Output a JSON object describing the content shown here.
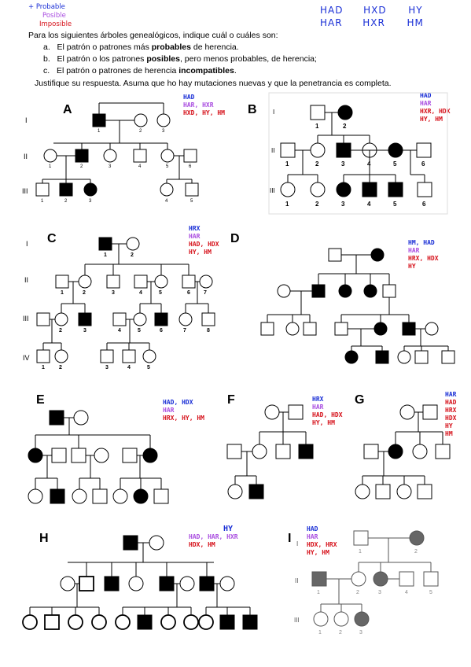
{
  "legend": {
    "probable": "+ Probable",
    "posible": "Posible",
    "imposible": "Imposible"
  },
  "patterns_header": {
    "row1": [
      "HAD",
      "HXD",
      "HY"
    ],
    "row2": [
      "HAR",
      "HXR",
      "HM"
    ]
  },
  "instructions": {
    "intro": "Para los siguientes árboles genealógicos, indique cuál o cuáles son:",
    "a_marker": "a.",
    "a_pre": "El patrón o patrones más ",
    "a_bold": "probables",
    "a_post": " de herencia.",
    "b_marker": "b.",
    "b_pre": "El patrón o los patrones ",
    "b_bold": "posibles",
    "b_post": ", pero menos probables, de herencia;",
    "c_marker": "c.",
    "c_pre": "El patrón o patrones de herencia ",
    "c_bold": "incompatibles",
    "c_post": ".",
    "justify": "Justifique su respuesta. Asuma que ho hay mutaciones nuevas y que la penetrancia es completa."
  },
  "panels": {
    "A": {
      "label": "A",
      "probable": "HAD",
      "possible": "HAR, HXR",
      "impossible": "HXD, HY, HM"
    },
    "B": {
      "label": "B",
      "probable": "HAD",
      "possible": "HAR",
      "impossible_1": "HXR, HDX",
      "impossible_2": "HY, HM"
    },
    "C": {
      "label": "C",
      "probable": "HRX",
      "possible": "HAR",
      "impossible_1": "HAD, HDX",
      "impossible_2": "HY, HM"
    },
    "D": {
      "label": "D",
      "probable": "HM, HAD",
      "possible": "HAR",
      "impossible_1": "HRX, HDX",
      "impossible_2": "HY"
    },
    "E": {
      "label": "E",
      "probable": "HAD, HDX",
      "possible": "HAR",
      "impossible": "HRX, HY, HM"
    },
    "F": {
      "label": "F",
      "probable": "HRX",
      "possible": "HAR",
      "impossible_1": "HAD, HDX",
      "impossible_2": "HY, HM"
    },
    "G": {
      "label": "G",
      "probable": "HAR",
      "impossible_1": "HAD",
      "impossible_2": "HRX",
      "impossible_3": "HDX",
      "impossible_4": "HY",
      "impossible_5": "HM"
    },
    "H": {
      "label": "H",
      "probable": "HY",
      "possible": "HAD, HAR, HXR",
      "impossible": "HDX, HM"
    },
    "I": {
      "label": "I",
      "probable": "HAD",
      "possible": "HAR",
      "impossible_1": "HDX, HRX",
      "impossible_2": "HY, HM"
    }
  },
  "generations": {
    "g1": "I",
    "g2": "II",
    "g3": "III",
    "g4": "IV"
  },
  "numbers": {
    "n1": "1",
    "n2": "2",
    "n3": "3",
    "n4": "4",
    "n5": "5",
    "n6": "6",
    "n7": "7",
    "n8": "8"
  }
}
